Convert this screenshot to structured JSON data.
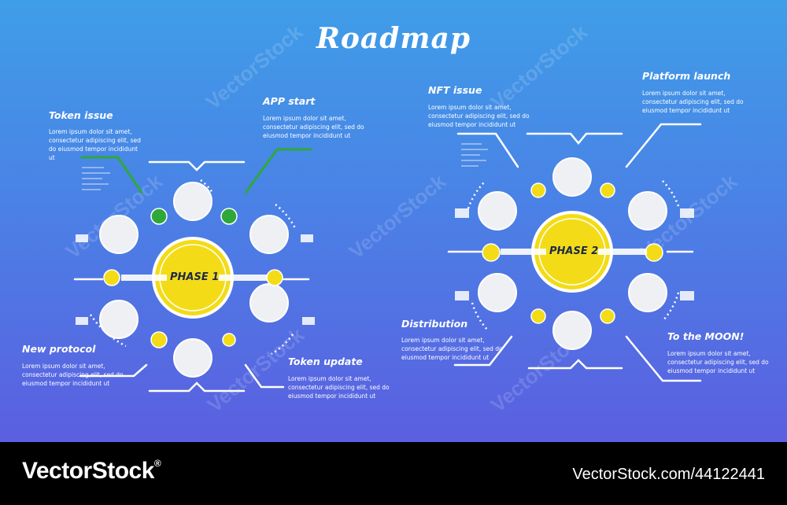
{
  "title": "Roadmap",
  "phase1": {
    "label": "PHASE 1",
    "milestones": [
      {
        "title": "Token issue",
        "text": "Lorem ipsum dolor sit amet, consectetur adipiscing elit, sed do eiusmod tempor incididunt ut"
      },
      {
        "title": "APP start",
        "text": "Lorem ipsum dolor sit amet, consectetur adipiscing elit, sed do eiusmod tempor incididunt ut"
      },
      {
        "title": "New protocol",
        "text": "Lorem ipsum dolor sit amet, consectetur adipiscing elit, sed do eiusmod tempor incididunt ut"
      },
      {
        "title": "Token update",
        "text": "Lorem ipsum dolor sit amet, consectetur adipiscing elit, sed do eiusmod tempor incididunt ut"
      }
    ]
  },
  "phase2": {
    "label": "PHASE 2",
    "milestones": [
      {
        "title": "NFT issue",
        "text": "Lorem ipsum dolor sit amet, consectetur adipiscing elit, sed do eiusmod tempor incididunt ut"
      },
      {
        "title": "Platform launch",
        "text": "Lorem ipsum dolor sit amet, consectetur adipiscing elit, sed do eiusmod tempor incididunt ut"
      },
      {
        "title": "Distribution",
        "text": "Lorem ipsum dolor sit amet, consectetur adipiscing elit, sed do eiusmod tempor incididunt ut"
      },
      {
        "title": "To the MOON!",
        "text": "Lorem ipsum dolor sit amet, consectetur adipiscing elit, sed do eiusmod tempor incididunt ut"
      }
    ]
  },
  "watermark": "VectorStock",
  "footer": {
    "brand": "VectorStock",
    "registered": "®",
    "credit": "VectorStock.com/44122441"
  },
  "colors": {
    "background_top": "#3f9ee8",
    "background_bottom": "#5b5fe0",
    "phase_yellow": "#f3dc17",
    "green_node": "#2fa83a",
    "circle_white": "#eef0f4"
  }
}
